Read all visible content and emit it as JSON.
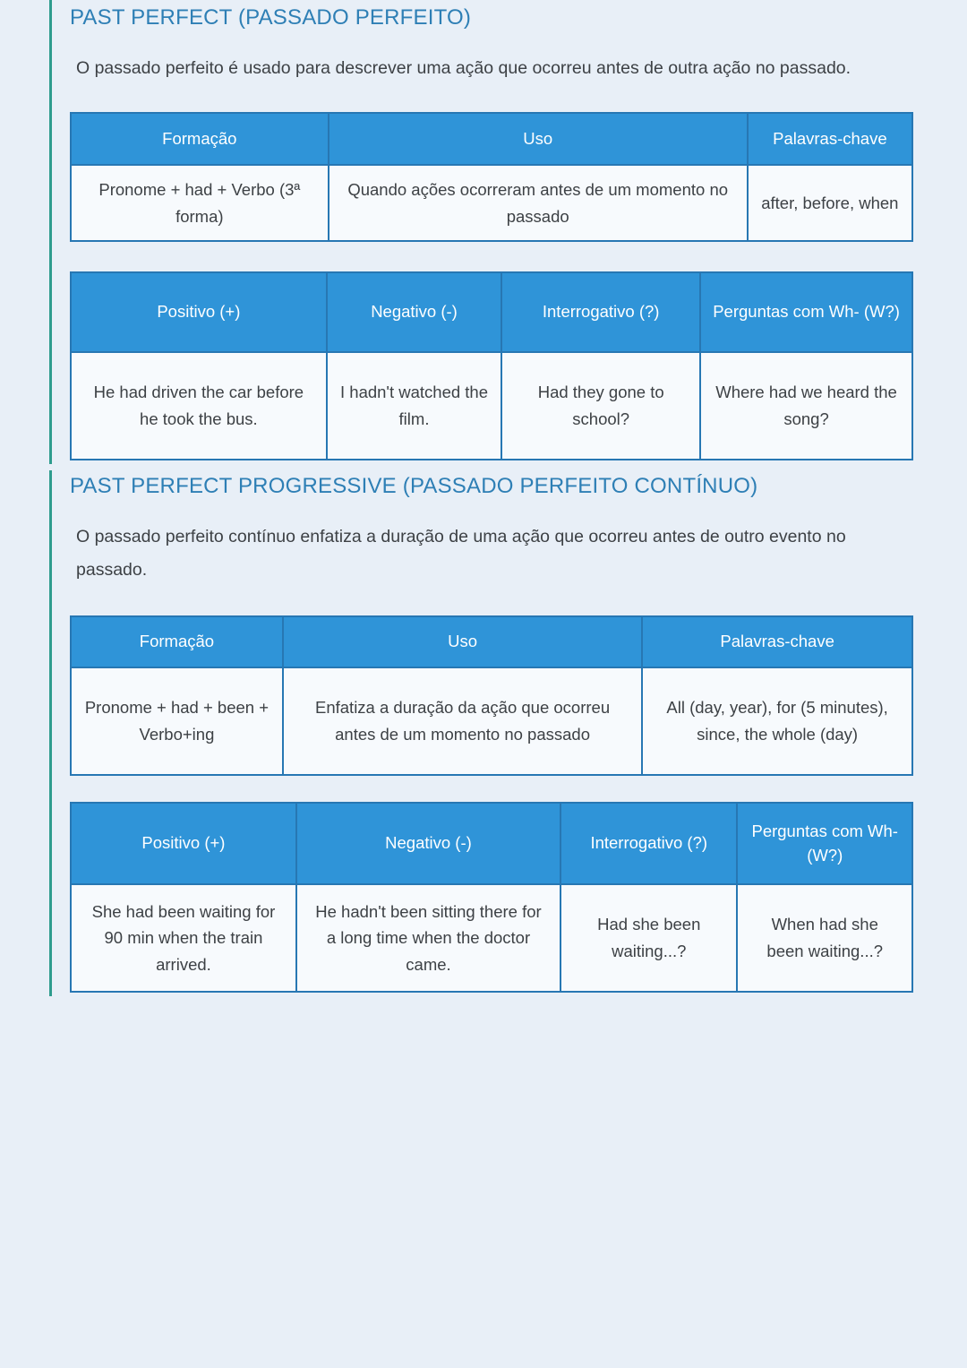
{
  "colors": {
    "page_background": "#e8eff7",
    "section_accent_bar": "#2e9c8e",
    "heading_blue": "#2e7fb5",
    "table_header_blue": "#2f94d8",
    "table_border_blue": "#2777b3",
    "table_body_background": "#f7fafd",
    "body_text": "#3d4145",
    "header_text": "#ffffff"
  },
  "sections": [
    {
      "heading": "PAST PERFECT (PASSADO PERFEITO)",
      "description": "O passado perfeito é usado para descrever uma ação que ocorreu antes de outra ação no passado.",
      "tables": [
        {
          "headers": [
            "Formação",
            "Uso",
            "Palavras-chave"
          ],
          "row": [
            "Pronome + had + Verbo (3ª forma)",
            "Quando ações ocorreram antes de um momento no passado",
            "after, before, when"
          ]
        },
        {
          "headers": [
            "Positivo (+)",
            "Negativo (-)",
            "Interrogativo (?)",
            "Perguntas com Wh- (W?)"
          ],
          "row": [
            "He had driven the car before he took the bus.",
            "I hadn't watched the film.",
            "Had they gone to school?",
            "Where had we heard the song?"
          ]
        }
      ]
    },
    {
      "heading": "PAST PERFECT PROGRESSIVE (PASSADO PERFEITO CONTÍNUO)",
      "description": "O passado perfeito contínuo enfatiza a duração de uma ação que ocorreu antes de outro evento no passado.",
      "tables": [
        {
          "headers": [
            "Formação",
            "Uso",
            "Palavras-chave"
          ],
          "row": [
            "Pronome + had + been + Verbo+ing",
            "Enfatiza a duração da ação que ocorreu antes de um momento no passado",
            "All (day, year), for (5 minutes), since, the whole (day)"
          ]
        },
        {
          "headers": [
            "Positivo (+)",
            "Negativo (-)",
            "Interrogativo (?)",
            "Perguntas com Wh- (W?)"
          ],
          "row": [
            "She had been waiting for 90 min when the train arrived.",
            "He hadn't been sitting there for a long time when the doctor came.",
            "Had she been waiting...?",
            "When had she been waiting...?"
          ]
        }
      ]
    }
  ]
}
